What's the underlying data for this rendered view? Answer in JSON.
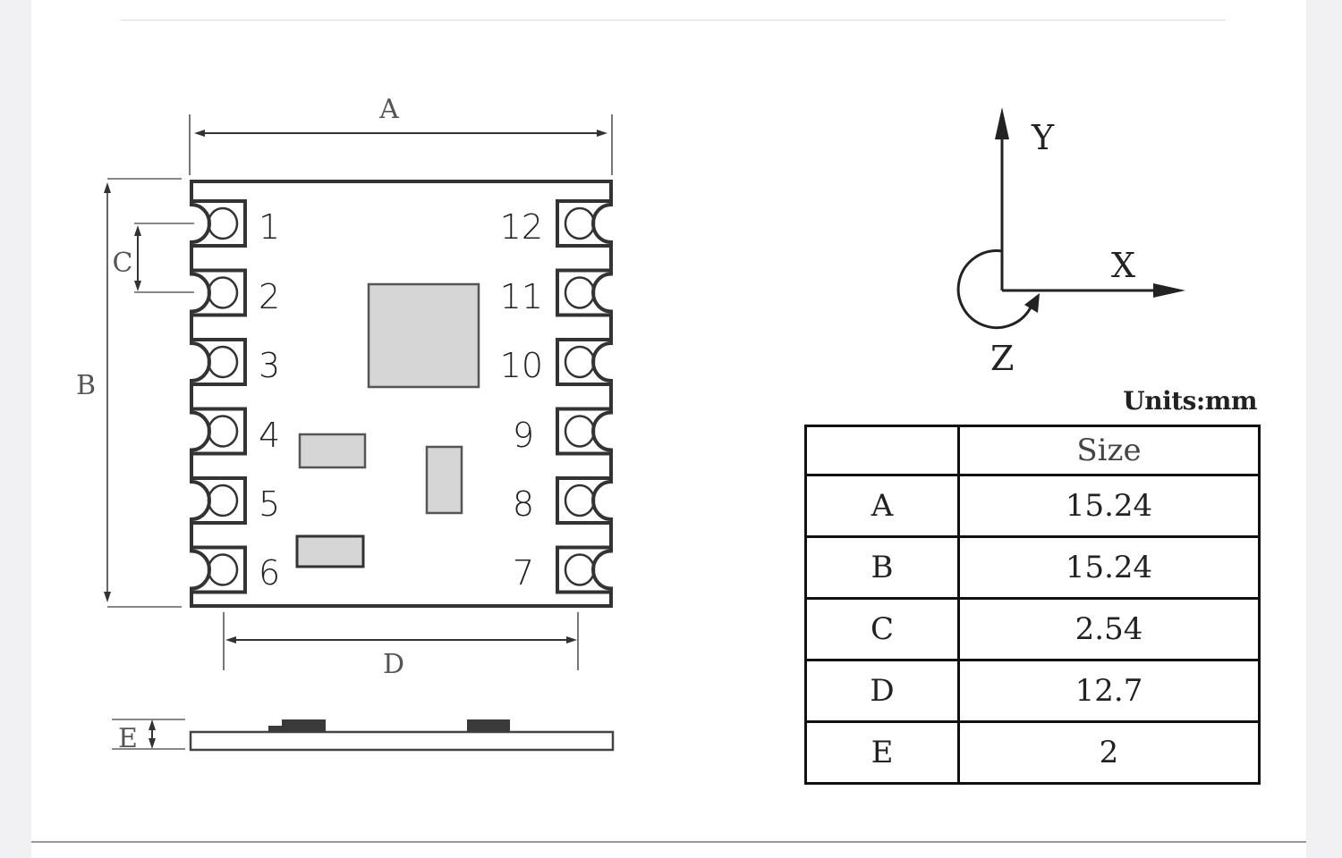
{
  "diagram": {
    "dimension_labels": {
      "A": "A",
      "B": "B",
      "C": "C",
      "D": "D",
      "E": "E"
    },
    "pins_left": [
      "1",
      "2",
      "3",
      "4",
      "5",
      "6"
    ],
    "pins_right": [
      "12",
      "11",
      "10",
      "9",
      "8",
      "7"
    ],
    "axes": {
      "x": "X",
      "y": "Y",
      "z": "Z"
    }
  },
  "table": {
    "units": "Units:mm",
    "header": [
      "",
      "Size"
    ],
    "rows": [
      {
        "label": "A",
        "value": "15.24"
      },
      {
        "label": "B",
        "value": "15.24"
      },
      {
        "label": "C",
        "value": "2.54"
      },
      {
        "label": "D",
        "value": "12.7"
      },
      {
        "label": "E",
        "value": "2"
      }
    ]
  },
  "colors": {
    "outline": "#333333",
    "component_fill": "#d6d6d6",
    "dimension_line": "#777777",
    "side_margin": "#f1f1f4"
  }
}
